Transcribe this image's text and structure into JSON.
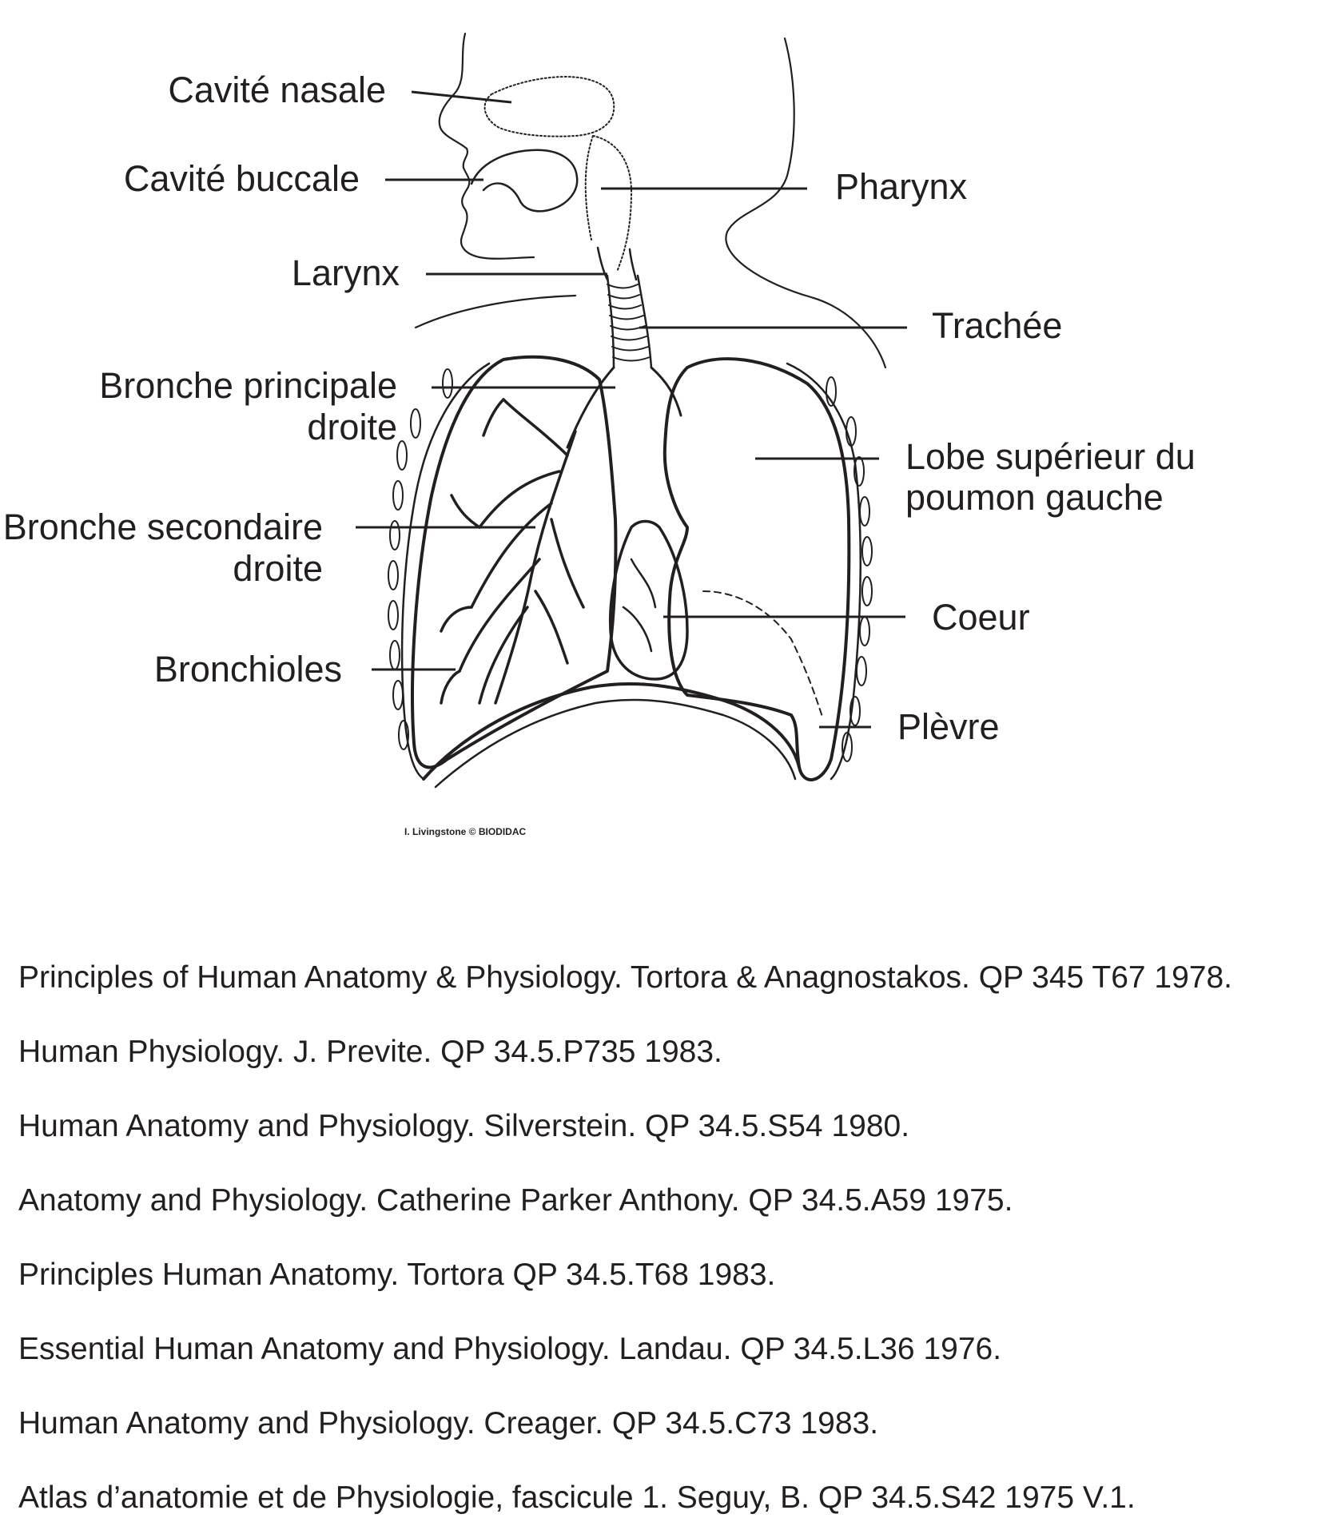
{
  "labels": {
    "nasal_cavity": "Cavité nasale",
    "oral_cavity": "Cavité buccale",
    "pharynx": "Pharynx",
    "larynx": "Larynx",
    "trachea": "Trachée",
    "right_main_bronchus_line1": "Bronche principale",
    "right_main_bronchus_line2": "droite",
    "left_upper_lobe_line1": "Lobe supérieur du",
    "left_upper_lobe_line2": "poumon gauche",
    "right_secondary_bronchus_line1": "Bronche secondaire",
    "right_secondary_bronchus_line2": "droite",
    "heart": "Coeur",
    "bronchioles": "Bronchioles",
    "pleura": "Plèvre"
  },
  "credit": "I. Livingstone © BIODIDAC",
  "references": [
    "Principles of Human Anatomy & Physiology.  Tortora & Anagnostakos. QP 345 T67 1978.",
    "Human Physiology. J. Previte. QP 34.5.P735 1983.",
    "Human Anatomy and Physiology. Silverstein. QP 34.5.S54 1980.",
    "Anatomy and Physiology. Catherine Parker Anthony. QP 34.5.A59 1975.",
    "Principles Human Anatomy. Tortora QP 34.5.T68 1983.",
    "Essential Human Anatomy and Physiology. Landau. QP 34.5.L36 1976.",
    "Human Anatomy and Physiology. Creager. QP 34.5.C73 1983.",
    "Atlas d’anatomie et de Physiologie, fascicule 1.  Seguy, B.  QP 34.5.S42 1975 V.1."
  ]
}
